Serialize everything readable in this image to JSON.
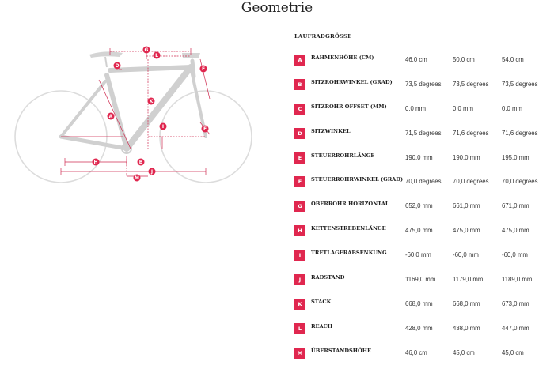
{
  "page": {
    "title": "Geometrie"
  },
  "diagram_markers": [
    "G",
    "L",
    "D",
    "E",
    "K",
    "A",
    "I",
    "F",
    "H",
    "B",
    "J",
    "M"
  ],
  "table": {
    "header": "LAUFRADGRÖSSE",
    "rows": [
      {
        "letter": "A",
        "label": "RAHMENHÖHE (CM)",
        "values": [
          "46,0 cm",
          "50,0 cm",
          "54,0 cm"
        ]
      },
      {
        "letter": "B",
        "label": "SITZROHRWINKEL (GRAD)",
        "values": [
          "73,5 degrees",
          "73,5 degrees",
          "73,5 degrees"
        ]
      },
      {
        "letter": "C",
        "label": "SITZROHR OFFSET (MM)",
        "values": [
          "0,0 mm",
          "0,0 mm",
          "0,0 mm"
        ]
      },
      {
        "letter": "D",
        "label": "SITZWINKEL",
        "values": [
          "71,5 degrees",
          "71,6 degrees",
          "71,6 degrees"
        ]
      },
      {
        "letter": "E",
        "label": "STEUERROHRLÄNGE",
        "values": [
          "190,0 mm",
          "190,0 mm",
          "195,0 mm"
        ]
      },
      {
        "letter": "F",
        "label": "STEUERROHRWINKEL (GRAD)",
        "values": [
          "70,0 degrees",
          "70,0 degrees",
          "70,0 degrees"
        ]
      },
      {
        "letter": "G",
        "label": "OBERROHR HORIZONTAL",
        "values": [
          "652,0 mm",
          "661,0 mm",
          "671,0 mm"
        ]
      },
      {
        "letter": "H",
        "label": "KETTENSTREBENLÄNGE",
        "values": [
          "475,0 mm",
          "475,0 mm",
          "475,0 mm"
        ]
      },
      {
        "letter": "I",
        "label": "TRETLAGERABSENKUNG",
        "values": [
          "-60,0 mm",
          "-60,0 mm",
          "-60,0 mm"
        ]
      },
      {
        "letter": "J",
        "label": "RADSTAND",
        "values": [
          "1169,0 mm",
          "1179,0 mm",
          "1189,0 mm"
        ]
      },
      {
        "letter": "K",
        "label": "STACK",
        "values": [
          "668,0 mm",
          "668,0 mm",
          "673,0 mm"
        ]
      },
      {
        "letter": "L",
        "label": "REACH",
        "values": [
          "428,0 mm",
          "438,0 mm",
          "447,0 mm"
        ]
      },
      {
        "letter": "M",
        "label": "ÜBERSTANDSHÖHE",
        "values": [
          "46,0 cm",
          "45,0 cm",
          "45,0 cm"
        ]
      }
    ]
  },
  "colors": {
    "accent": "#e0274f",
    "frame": "#d6d6d6"
  }
}
